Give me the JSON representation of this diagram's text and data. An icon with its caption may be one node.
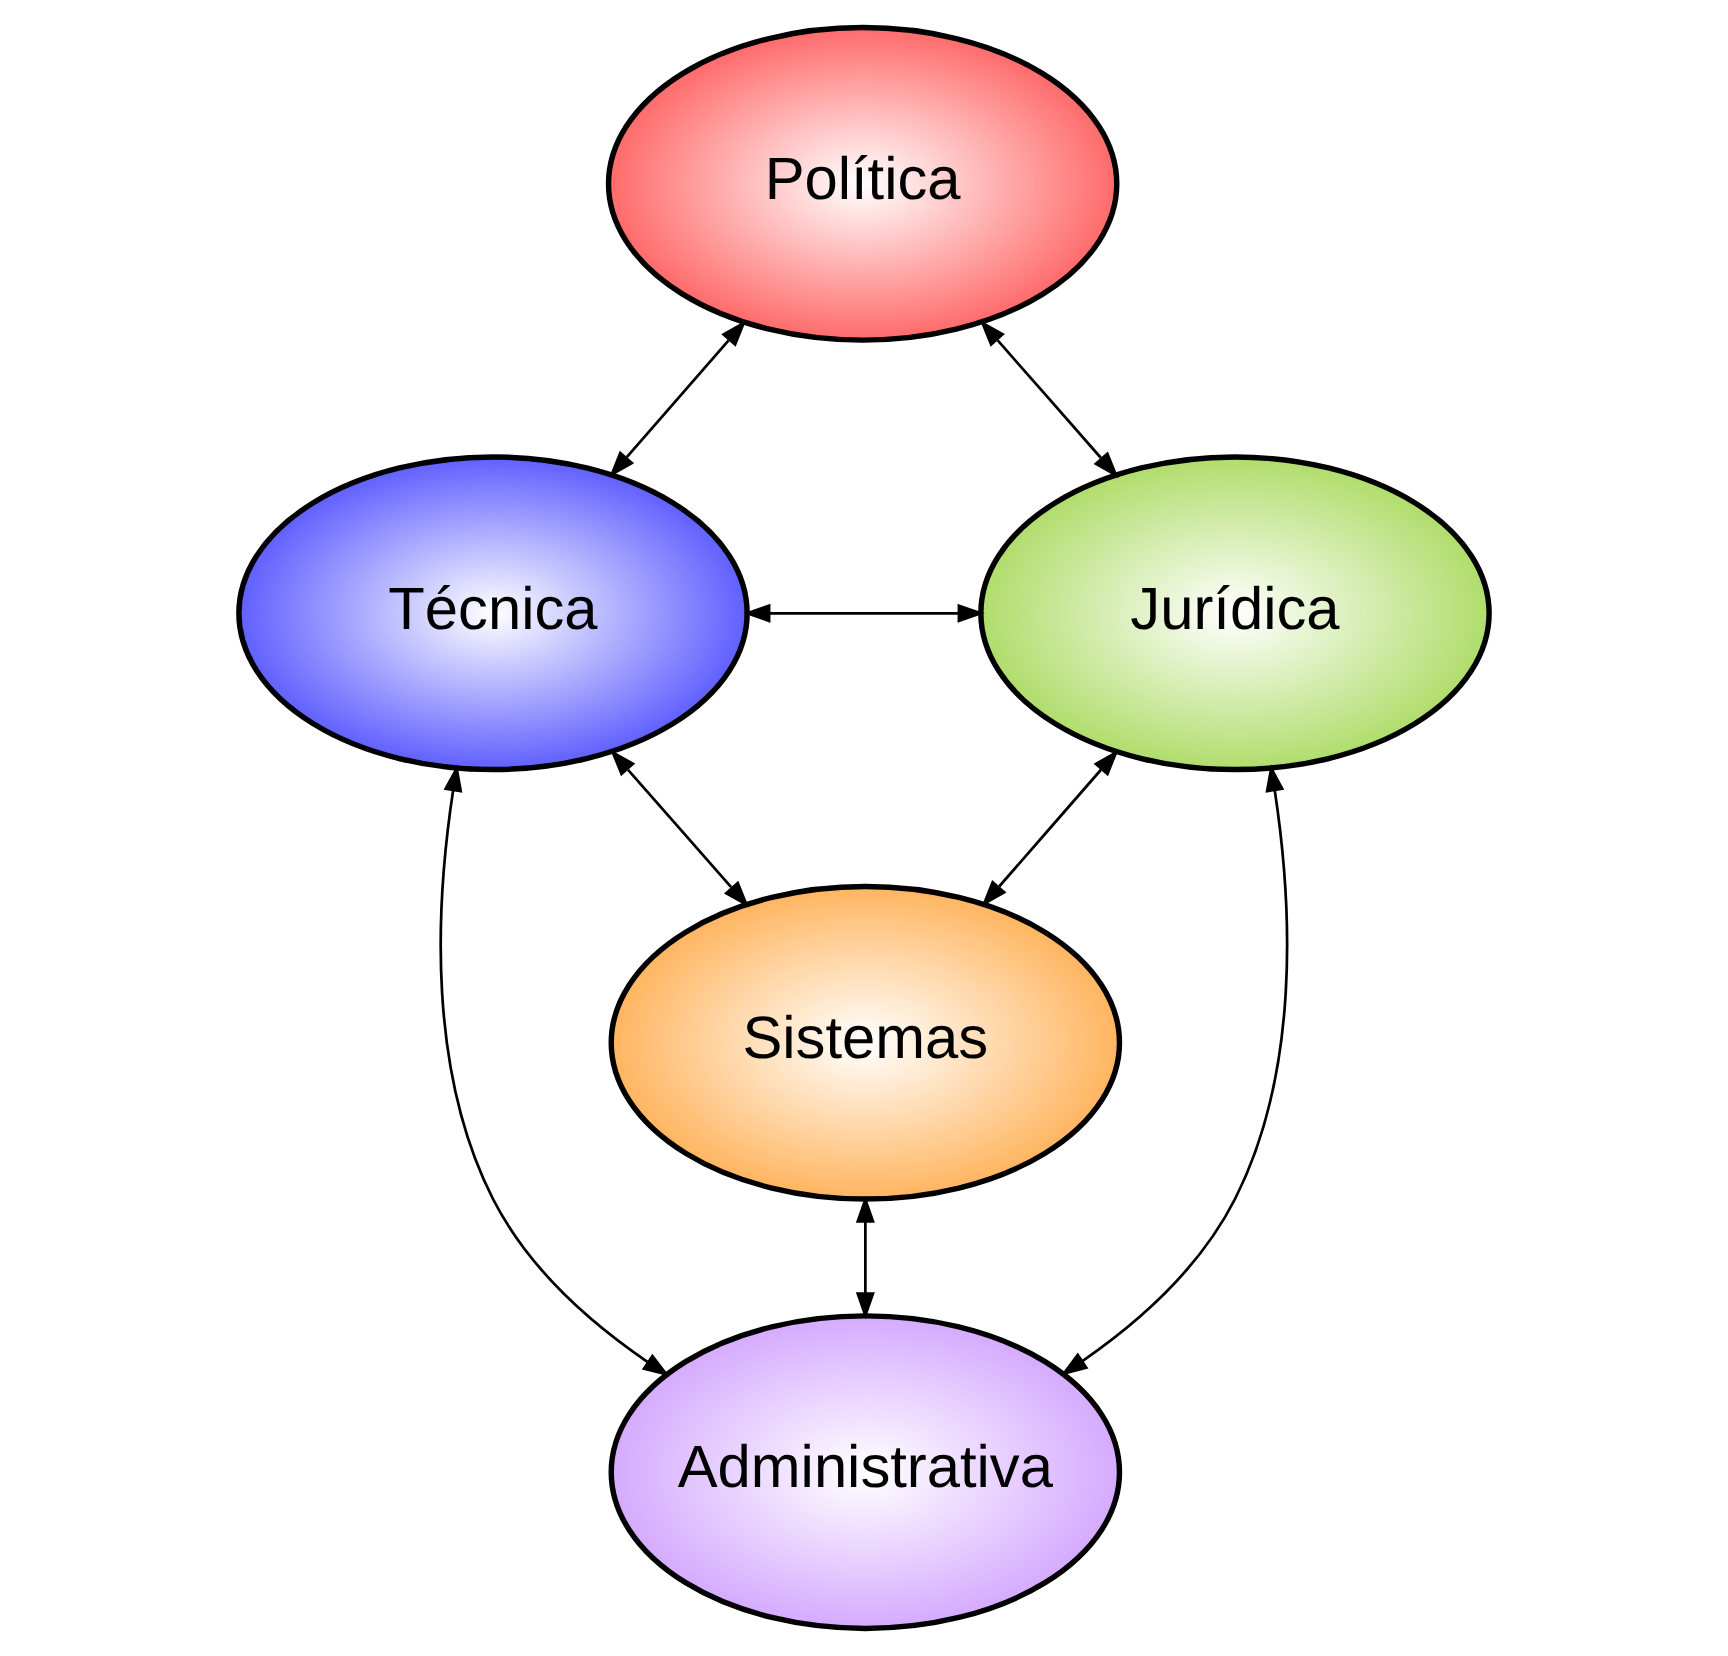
{
  "diagram": {
    "nodes": [
      {
        "text": [
          "Política"
        ]
      },
      {
        "text": [
          "Técnica"
        ]
      },
      {
        "text": [
          "Jurídica"
        ]
      },
      {
        "text": [
          "Sistemas"
        ]
      },
      {
        "text": [
          "Administrativa"
        ]
      }
    ],
    "edges": [
      {
        "from": 0,
        "to": 1,
        "arrow": "both"
      },
      {
        "from": 0,
        "to": 2,
        "arrow": "both"
      },
      {
        "from": 1,
        "to": 2,
        "arrow": "both"
      },
      {
        "from": 1,
        "to": 3,
        "arrow": "both"
      },
      {
        "from": 3,
        "to": 2,
        "arrow": "both"
      },
      {
        "from": 1,
        "to": 4,
        "arrow": "both"
      },
      {
        "from": 3,
        "to": 4,
        "arrow": "both"
      },
      {
        "from": 2,
        "to": 4,
        "arrow": "both"
      }
    ]
  }
}
